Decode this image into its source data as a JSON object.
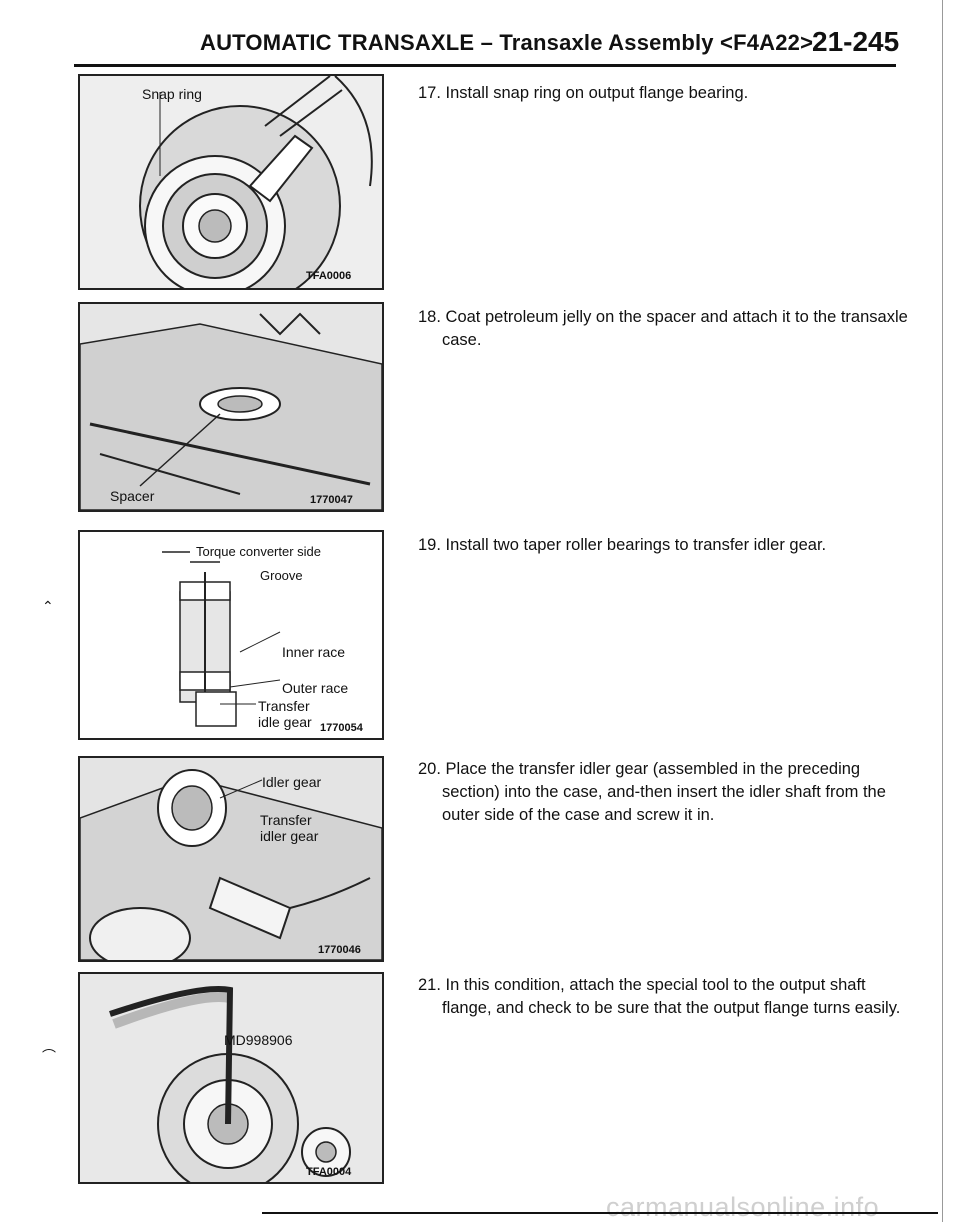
{
  "header": {
    "title": "AUTOMATIC TRANSAXLE – Transaxle Assembly <F4A22>",
    "page_number": "21-245"
  },
  "figures": [
    {
      "labels": [
        "Snap ring"
      ],
      "code": "TFA0006"
    },
    {
      "labels": [
        "Spacer"
      ],
      "code": "1770047"
    },
    {
      "labels": [
        "Torque converter side",
        "Groove",
        "Inner race",
        "Outer race",
        "Transfer",
        "idle gear"
      ],
      "code": "1770054"
    },
    {
      "labels": [
        "Idler gear",
        "Transfer",
        "idler gear"
      ],
      "code": "1770046"
    },
    {
      "labels": [
        "MD998906"
      ],
      "code": "TFA0004"
    }
  ],
  "steps": [
    {
      "number": "17.",
      "text": "Install snap ring on output flange bearing."
    },
    {
      "number": "18.",
      "text": "Coat petroleum jelly on the spacer and attach it to the transaxle case."
    },
    {
      "number": "19.",
      "text": "Install two taper roller bearings to transfer idler gear."
    },
    {
      "number": "20.",
      "text": "Place the transfer idler gear (assembled in the preceding section) into the case, and-then insert the idler shaft from the outer side of the case and screw it in."
    },
    {
      "number": "21.",
      "text": "In this condition, attach the special tool to the output shaft flange, and check to be sure that the output flange turns easily."
    }
  ],
  "watermark": "carmanualsonline.info"
}
